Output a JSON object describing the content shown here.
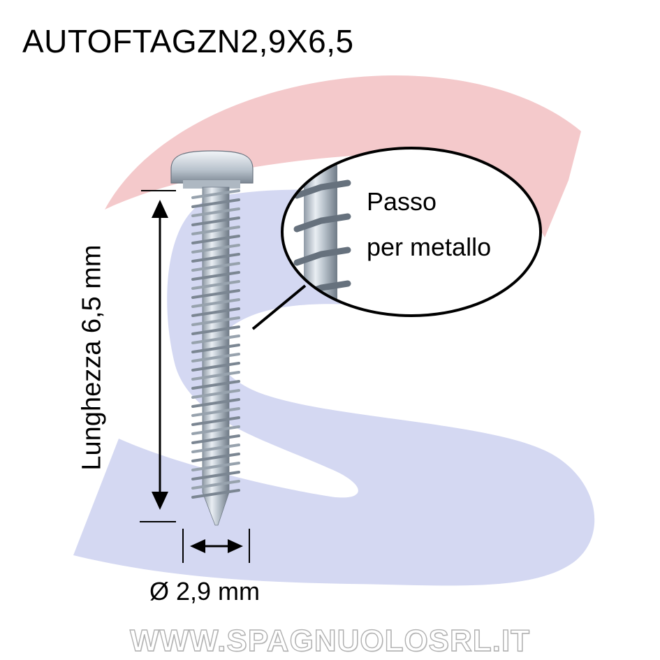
{
  "product": {
    "code": "AUTOFTAGZN2,9X6,5"
  },
  "dimensions": {
    "length_label": "Lunghezza 6,5 mm",
    "diameter_label": "Ø 2,9 mm"
  },
  "callout": {
    "line1": "Passo",
    "line2": "per metallo"
  },
  "brand": {
    "website": "WWW.SPAGNUOLOSRL.IT",
    "logo_red": "#f4c9cb",
    "logo_blue": "#d4d8f2"
  },
  "icons": {
    "screw": "screw-icon",
    "length_arrow": "double-arrow-vertical-icon",
    "diameter_arrow": "double-arrow-horizontal-icon"
  }
}
